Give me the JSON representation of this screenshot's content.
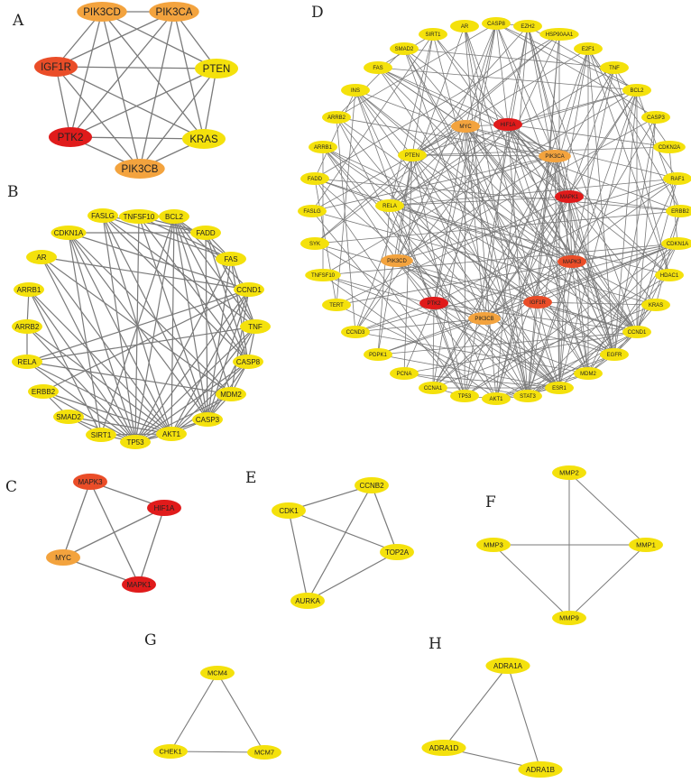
{
  "colors": {
    "red": "#e01b1b",
    "red_orange": "#ea4d28",
    "orange": "#f3a33e",
    "yellow": "#f4e10c",
    "edge": "#7a7a7a"
  },
  "panels": [
    {
      "letter": "A",
      "nodes": [
        {
          "id": "PIK3CD",
          "color": "orange"
        },
        {
          "id": "PIK3CA",
          "color": "orange"
        },
        {
          "id": "IGF1R",
          "color": "red_orange"
        },
        {
          "id": "PTEN",
          "color": "yellow"
        },
        {
          "id": "PTK2",
          "color": "red"
        },
        {
          "id": "KRAS",
          "color": "yellow"
        },
        {
          "id": "PIK3CB",
          "color": "orange"
        }
      ],
      "edges": [
        [
          "PIK3CD",
          "PIK3CA"
        ],
        [
          "PIK3CD",
          "IGF1R"
        ],
        [
          "PIK3CD",
          "PTK2"
        ],
        [
          "PIK3CD",
          "KRAS"
        ],
        [
          "PIK3CD",
          "PIK3CB"
        ],
        [
          "PIK3CD",
          "PTEN"
        ],
        [
          "PIK3CA",
          "IGF1R"
        ],
        [
          "PIK3CA",
          "PTK2"
        ],
        [
          "PIK3CA",
          "PTEN"
        ],
        [
          "PIK3CA",
          "PIK3CB"
        ],
        [
          "PIK3CA",
          "KRAS"
        ],
        [
          "IGF1R",
          "PTEN"
        ],
        [
          "IGF1R",
          "PTK2"
        ],
        [
          "IGF1R",
          "KRAS"
        ],
        [
          "IGF1R",
          "PIK3CB"
        ],
        [
          "PTEN",
          "PTK2"
        ],
        [
          "PTEN",
          "KRAS"
        ],
        [
          "PTEN",
          "PIK3CB"
        ],
        [
          "PTK2",
          "KRAS"
        ],
        [
          "PTK2",
          "PIK3CB"
        ],
        [
          "KRAS",
          "PIK3CB"
        ]
      ]
    },
    {
      "letter": "B",
      "nodes": [
        {
          "id": "FASLG",
          "color": "yellow"
        },
        {
          "id": "TNFSF10",
          "color": "yellow"
        },
        {
          "id": "BCL2",
          "color": "yellow"
        },
        {
          "id": "CDKN1A",
          "color": "yellow"
        },
        {
          "id": "FADD",
          "color": "yellow"
        },
        {
          "id": "AR",
          "color": "yellow"
        },
        {
          "id": "FAS",
          "color": "yellow"
        },
        {
          "id": "ARRB1",
          "color": "yellow"
        },
        {
          "id": "CCND1",
          "color": "yellow"
        },
        {
          "id": "ARRB2",
          "color": "yellow"
        },
        {
          "id": "TNF",
          "color": "yellow"
        },
        {
          "id": "RELA",
          "color": "yellow"
        },
        {
          "id": "CASP8",
          "color": "yellow"
        },
        {
          "id": "ERBB2",
          "color": "yellow"
        },
        {
          "id": "MDM2",
          "color": "yellow"
        },
        {
          "id": "SMAD2",
          "color": "yellow"
        },
        {
          "id": "CASP3",
          "color": "yellow"
        },
        {
          "id": "SIRT1",
          "color": "yellow"
        },
        {
          "id": "TP53",
          "color": "yellow"
        },
        {
          "id": "AKT1",
          "color": "yellow"
        }
      ],
      "edges": [
        [
          "FASLG",
          "FAS"
        ],
        [
          "FASLG",
          "FADD"
        ],
        [
          "FASLG",
          "CASP8"
        ],
        [
          "FASLG",
          "TNF"
        ],
        [
          "FASLG",
          "AKT1"
        ],
        [
          "FASLG",
          "TP53"
        ],
        [
          "FASLG",
          "CASP3"
        ],
        [
          "TNFSF10",
          "FADD"
        ],
        [
          "TNFSF10",
          "CASP8"
        ],
        [
          "TNFSF10",
          "FAS"
        ],
        [
          "TNFSF10",
          "CASP3"
        ],
        [
          "TNFSF10",
          "TP53"
        ],
        [
          "TNFSF10",
          "BCL2"
        ],
        [
          "BCL2",
          "FAS"
        ],
        [
          "BCL2",
          "TP53"
        ],
        [
          "BCL2",
          "AKT1"
        ],
        [
          "BCL2",
          "CASP3"
        ],
        [
          "BCL2",
          "CCND1"
        ],
        [
          "BCL2",
          "MDM2"
        ],
        [
          "BCL2",
          "TNF"
        ],
        [
          "BCL2",
          "CASP8"
        ],
        [
          "BCL2",
          "SIRT1"
        ],
        [
          "CDKN1A",
          "TP53"
        ],
        [
          "CDKN1A",
          "AKT1"
        ],
        [
          "CDKN1A",
          "CCND1"
        ],
        [
          "CDKN1A",
          "MDM2"
        ],
        [
          "CDKN1A",
          "SIRT1"
        ],
        [
          "CDKN1A",
          "CASP3"
        ],
        [
          "CDKN1A",
          "FADD"
        ],
        [
          "FADD",
          "FAS"
        ],
        [
          "FADD",
          "CASP8"
        ],
        [
          "FADD",
          "CASP3"
        ],
        [
          "FADD",
          "TNF"
        ],
        [
          "AR",
          "AKT1"
        ],
        [
          "AR",
          "TP53"
        ],
        [
          "AR",
          "CCND1"
        ],
        [
          "AR",
          "MDM2"
        ],
        [
          "FAS",
          "CASP8"
        ],
        [
          "FAS",
          "TNF"
        ],
        [
          "FAS",
          "CASP3"
        ],
        [
          "FAS",
          "TP53"
        ],
        [
          "ARRB1",
          "AKT1"
        ],
        [
          "ARRB1",
          "TP53"
        ],
        [
          "ARRB1",
          "ARRB2"
        ],
        [
          "ARRB1",
          "SIRT1"
        ],
        [
          "CCND1",
          "TP53"
        ],
        [
          "CCND1",
          "AKT1"
        ],
        [
          "CCND1",
          "MDM2"
        ],
        [
          "CCND1",
          "RELA"
        ],
        [
          "CCND1",
          "ERBB2"
        ],
        [
          "CCND1",
          "CASP3"
        ],
        [
          "ARRB2",
          "AKT1"
        ],
        [
          "ARRB2",
          "TP53"
        ],
        [
          "ARRB2",
          "RELA"
        ],
        [
          "TNF",
          "CASP8"
        ],
        [
          "TNF",
          "RELA"
        ],
        [
          "TNF",
          "CASP3"
        ],
        [
          "TNF",
          "AKT1"
        ],
        [
          "TNF",
          "TP53"
        ],
        [
          "RELA",
          "AKT1"
        ],
        [
          "RELA",
          "TP53"
        ],
        [
          "RELA",
          "MDM2"
        ],
        [
          "CASP8",
          "CASP3"
        ],
        [
          "CASP8",
          "TP53"
        ],
        [
          "CASP8",
          "AKT1"
        ],
        [
          "CASP8",
          "MDM2"
        ],
        [
          "ERBB2",
          "AKT1"
        ],
        [
          "ERBB2",
          "TP53"
        ],
        [
          "ERBB2",
          "SMAD2"
        ],
        [
          "MDM2",
          "TP53"
        ],
        [
          "MDM2",
          "AKT1"
        ],
        [
          "MDM2",
          "CASP3"
        ],
        [
          "SMAD2",
          "TP53"
        ],
        [
          "SMAD2",
          "AKT1"
        ],
        [
          "SMAD2",
          "SIRT1"
        ],
        [
          "CASP3",
          "AKT1"
        ],
        [
          "CASP3",
          "TP53"
        ],
        [
          "SIRT1",
          "TP53"
        ],
        [
          "SIRT1",
          "AKT1"
        ],
        [
          "TP53",
          "AKT1"
        ]
      ]
    },
    {
      "letter": "C",
      "nodes": [
        {
          "id": "MAPK3",
          "color": "red_orange"
        },
        {
          "id": "HIF1A",
          "color": "red"
        },
        {
          "id": "MYC",
          "color": "orange"
        },
        {
          "id": "MAPK1",
          "color": "red"
        }
      ],
      "edges": [
        [
          "MAPK3",
          "HIF1A"
        ],
        [
          "MAPK3",
          "MYC"
        ],
        [
          "MAPK3",
          "MAPK1"
        ],
        [
          "HIF1A",
          "MYC"
        ],
        [
          "HIF1A",
          "MAPK1"
        ],
        [
          "MYC",
          "MAPK1"
        ]
      ]
    },
    {
      "letter": "D",
      "nodes": [
        {
          "id": "AR",
          "color": "yellow"
        },
        {
          "id": "CASP8",
          "color": "yellow"
        },
        {
          "id": "EZH2",
          "color": "yellow"
        },
        {
          "id": "HSP90AA1",
          "color": "yellow"
        },
        {
          "id": "E2F1",
          "color": "yellow"
        },
        {
          "id": "TNF",
          "color": "yellow"
        },
        {
          "id": "BCL2",
          "color": "yellow"
        },
        {
          "id": "CASP3",
          "color": "yellow"
        },
        {
          "id": "CDKN2A",
          "color": "yellow"
        },
        {
          "id": "RAF1",
          "color": "yellow"
        },
        {
          "id": "ERBB2",
          "color": "yellow"
        },
        {
          "id": "CDKN1A",
          "color": "yellow"
        },
        {
          "id": "HDAC1",
          "color": "yellow"
        },
        {
          "id": "KRAS",
          "color": "yellow"
        },
        {
          "id": "CCND1",
          "color": "yellow"
        },
        {
          "id": "EGFR",
          "color": "yellow"
        },
        {
          "id": "MDM2",
          "color": "yellow"
        },
        {
          "id": "ESR1",
          "color": "yellow"
        },
        {
          "id": "STAT3",
          "color": "yellow"
        },
        {
          "id": "AKT1",
          "color": "yellow"
        },
        {
          "id": "TP53",
          "color": "yellow"
        },
        {
          "id": "CCNA1",
          "color": "yellow"
        },
        {
          "id": "PCNA",
          "color": "yellow"
        },
        {
          "id": "PDPK1",
          "color": "yellow"
        },
        {
          "id": "CCND3",
          "color": "yellow"
        },
        {
          "id": "TERT",
          "color": "yellow"
        },
        {
          "id": "TNFSF10",
          "color": "yellow"
        },
        {
          "id": "SYK",
          "color": "yellow"
        },
        {
          "id": "FASLG",
          "color": "yellow"
        },
        {
          "id": "FADD",
          "color": "yellow"
        },
        {
          "id": "ARRB1",
          "color": "yellow"
        },
        {
          "id": "ARRB2",
          "color": "yellow"
        },
        {
          "id": "INS",
          "color": "yellow"
        },
        {
          "id": "FAS",
          "color": "yellow"
        },
        {
          "id": "SMAD2",
          "color": "yellow"
        },
        {
          "id": "SIRT1",
          "color": "yellow"
        },
        {
          "id": "MYC",
          "color": "orange"
        },
        {
          "id": "HIF1A",
          "color": "red"
        },
        {
          "id": "PTEN",
          "color": "yellow"
        },
        {
          "id": "PIK3CA",
          "color": "orange"
        },
        {
          "id": "MAPK1",
          "color": "red"
        },
        {
          "id": "RELA",
          "color": "yellow"
        },
        {
          "id": "PIK3CD",
          "color": "orange"
        },
        {
          "id": "MAPK3",
          "color": "red_orange"
        },
        {
          "id": "PTK2",
          "color": "red"
        },
        {
          "id": "IGF1R",
          "color": "red_orange"
        },
        {
          "id": "PIK3CB",
          "color": "orange"
        }
      ]
    },
    {
      "letter": "E",
      "nodes": [
        {
          "id": "CCNB2",
          "color": "yellow"
        },
        {
          "id": "CDK1",
          "color": "yellow"
        },
        {
          "id": "TOP2A",
          "color": "yellow"
        },
        {
          "id": "AURKA",
          "color": "yellow"
        }
      ],
      "edges": [
        [
          "CCNB2",
          "CDK1"
        ],
        [
          "CCNB2",
          "TOP2A"
        ],
        [
          "CCNB2",
          "AURKA"
        ],
        [
          "CDK1",
          "TOP2A"
        ],
        [
          "CDK1",
          "AURKA"
        ],
        [
          "TOP2A",
          "AURKA"
        ]
      ]
    },
    {
      "letter": "F",
      "nodes": [
        {
          "id": "MMP2",
          "color": "yellow"
        },
        {
          "id": "MMP3",
          "color": "yellow"
        },
        {
          "id": "MMP1",
          "color": "yellow"
        },
        {
          "id": "MMP9",
          "color": "yellow"
        }
      ],
      "edges": [
        [
          "MMP2",
          "MMP1"
        ],
        [
          "MMP2",
          "MMP9"
        ],
        [
          "MMP3",
          "MMP1"
        ],
        [
          "MMP3",
          "MMP9"
        ],
        [
          "MMP1",
          "MMP9"
        ]
      ]
    },
    {
      "letter": "G",
      "nodes": [
        {
          "id": "MCM4",
          "color": "yellow"
        },
        {
          "id": "CHEK1",
          "color": "yellow"
        },
        {
          "id": "MCM7",
          "color": "yellow"
        }
      ],
      "edges": [
        [
          "MCM4",
          "CHEK1"
        ],
        [
          "MCM4",
          "MCM7"
        ],
        [
          "CHEK1",
          "MCM7"
        ]
      ]
    },
    {
      "letter": "H",
      "nodes": [
        {
          "id": "ADRA1A",
          "color": "yellow"
        },
        {
          "id": "ADRA1D",
          "color": "yellow"
        },
        {
          "id": "ADRA1B",
          "color": "yellow"
        }
      ],
      "edges": [
        [
          "ADRA1A",
          "ADRA1D"
        ],
        [
          "ADRA1A",
          "ADRA1B"
        ],
        [
          "ADRA1D",
          "ADRA1B"
        ]
      ]
    }
  ]
}
